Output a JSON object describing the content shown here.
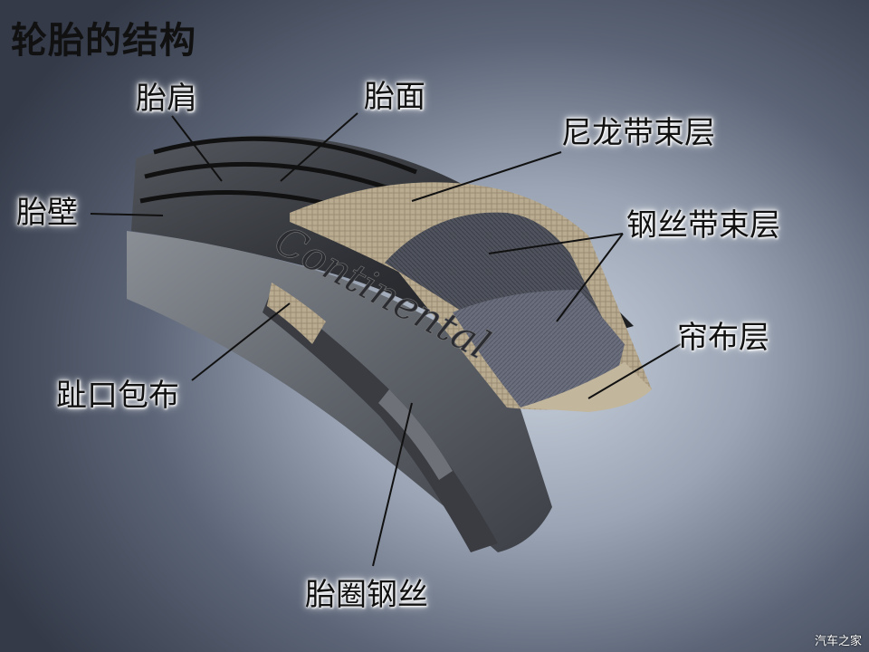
{
  "title": "轮胎的结构",
  "labels": {
    "shoulder": "胎肩",
    "tread": "胎面",
    "nylon_belt": "尼龙带束层",
    "sidewall": "胎壁",
    "steel_belt": "钢丝带束层",
    "ply": "帘布层",
    "chafer": "趾口包布",
    "bead_wire": "胎圈钢丝"
  },
  "brand_logo": "Continental",
  "watermark": "汽车之家",
  "colors": {
    "rubber": "#2b2d32",
    "nylon": "#b7a88e",
    "steel": "#4a4d57",
    "ply": "#c2b69c"
  }
}
